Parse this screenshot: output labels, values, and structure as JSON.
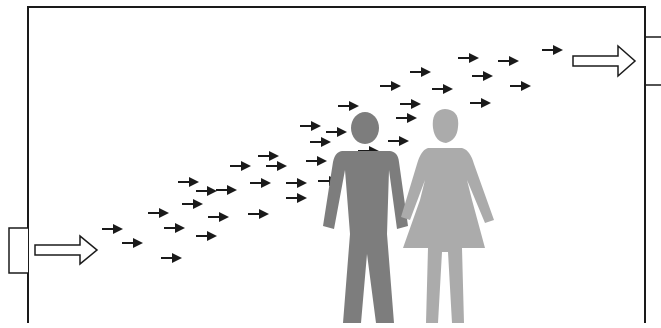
{
  "diagram": {
    "subject": "room-airflow",
    "airflow_direction": "left-to-right",
    "colors": {
      "background": "#ffffff",
      "wall": "#1a1a1a",
      "arrow": "#1a1a1a",
      "man": "#7d7d7d",
      "woman": "#ababab",
      "vent_fill": "#ffffff"
    },
    "icons": {
      "inlet": "inlet-vent-icon",
      "outlet": "outlet-vent-icon",
      "small_arrow": "arrow-right-icon",
      "man": "man-figure-icon",
      "woman": "woman-figure-icon"
    },
    "airflow_arrow_count": 40
  }
}
